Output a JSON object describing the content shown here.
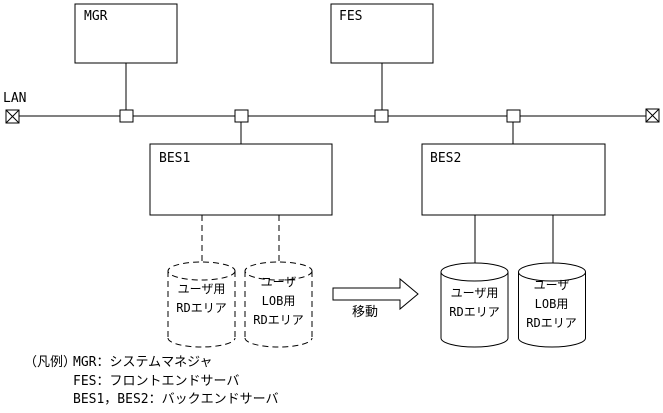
{
  "diagram": {
    "lan_label": "LAN",
    "servers": {
      "mgr": "MGR",
      "fes": "FES",
      "bes1": "BES1",
      "bes2": "BES2"
    },
    "rd_areas": {
      "bes1_user": {
        "line1": "ユーザ用",
        "line2": "RDエリア"
      },
      "bes1_lob": {
        "line1": "ユーザ",
        "line2": "LOB用",
        "line3": "RDエリア"
      },
      "bes2_user": {
        "line1": "ユーザ用",
        "line2": "RDエリア"
      },
      "bes2_lob": {
        "line1": "ユーザ",
        "line2": "LOB用",
        "line3": "RDエリア"
      }
    },
    "arrow_label": "移動",
    "legend": {
      "prefix": "（凡例）",
      "items": [
        "MGR：システムマネジャ",
        "FES：フロントエンドサーバ",
        "BES1，BES2：バックエンドサーバ"
      ]
    },
    "colors": {
      "line": "#000000",
      "background": "#ffffff"
    }
  }
}
